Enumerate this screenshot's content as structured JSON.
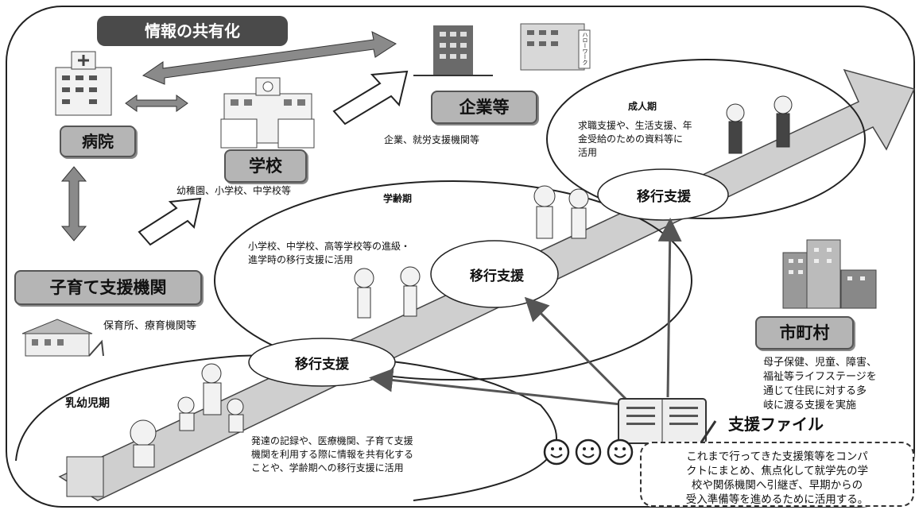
{
  "title": "情報の共有化",
  "hospital": {
    "label": "病院"
  },
  "school": {
    "label": "学校",
    "desc": "幼稚園、小学校、中学校等"
  },
  "company": {
    "label": "企業等",
    "desc": "企業、就労支援機関等"
  },
  "childcare": {
    "label": "子育て支援機関",
    "desc": "保育所、療育機関等"
  },
  "municipality": {
    "label": "市町村",
    "desc": "母子保健、児童、障害、\n福祉等ライフステージを\n通じて住民に対する多\n岐に渡る支援を実施"
  },
  "stages": {
    "infant": {
      "title": "乳幼児期",
      "desc": "発達の記録や、医療機関、子育て支援\n機関を利用する際に情報を共有化する\nことや、学齢期への移行支援に活用"
    },
    "school_age": {
      "title": "学齢期",
      "desc": "小学校、中学校、高等学校等の進級・\n進学時の移行支援に活用"
    },
    "adult": {
      "title": "成人期",
      "desc": "求職支援や、生活支援、年\n金受給のための資料等に\n活用"
    }
  },
  "transition": {
    "label1": "移行支援",
    "label2": "移行支援",
    "label3": "移行支援"
  },
  "support_file": {
    "label": "支援ファイル",
    "note": "これまで行ってきた支援策等をコンパ\nクトにまとめ、焦点化して就学先の学\n校や関係機関へ引継ぎ、早期からの\n受入準備等を進めるために活用する。"
  },
  "hellowork_sign": "ハローワーク",
  "colors": {
    "label_fill": "#b5b5b5",
    "arrow_fill": "#cfcfcf",
    "dark_fill": "#4a4a4a"
  }
}
